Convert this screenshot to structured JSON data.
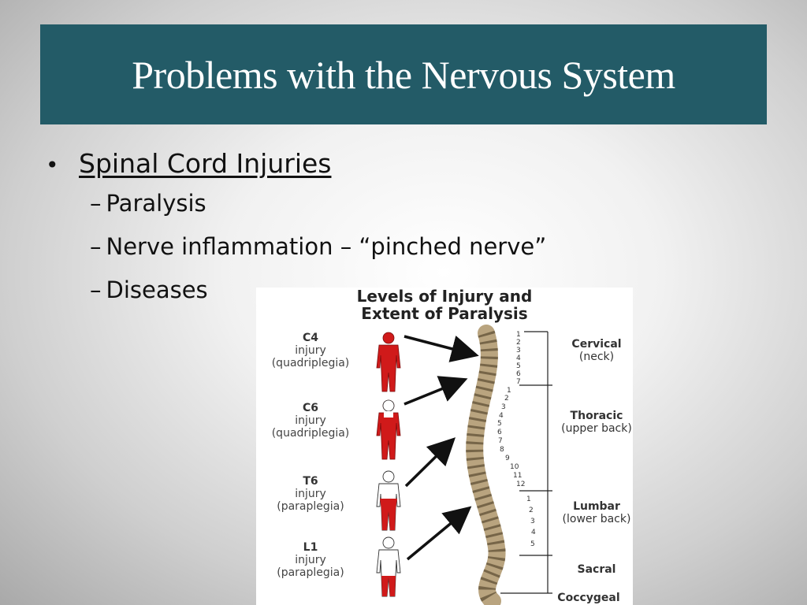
{
  "slide": {
    "title": "Problems with the Nervous System",
    "bullet": "Spinal Cord Injuries",
    "subitems": [
      "Paralysis",
      "Nerve inflammation – “pinched nerve”",
      "Diseases"
    ],
    "bullet_symbol": "•",
    "dash": "–"
  },
  "figure": {
    "title_line1": "Levels of Injury and",
    "title_line2": "Extent of Paralysis",
    "levels": [
      {
        "code": "C4",
        "type": "injury",
        "outcome": "(quadriplegia)"
      },
      {
        "code": "C6",
        "type": "injury",
        "outcome": "(quadriplegia)"
      },
      {
        "code": "T6",
        "type": "injury",
        "outcome": "(paraplegia)"
      },
      {
        "code": "L1",
        "type": "injury",
        "outcome": "(paraplegia)"
      }
    ],
    "regions": [
      {
        "name": "Cervical",
        "detail": "(neck)"
      },
      {
        "name": "Thoracic",
        "detail": "(upper back)"
      },
      {
        "name": "Lumbar",
        "detail": "(lower back)"
      },
      {
        "name": "Sacral",
        "detail": ""
      },
      {
        "name": "Coccygeal",
        "detail": ""
      }
    ],
    "vertebra_numbers": {
      "cervical": [
        "1",
        "2",
        "3",
        "4",
        "5",
        "6",
        "7"
      ],
      "thoracic": [
        "1",
        "2",
        "3",
        "4",
        "5",
        "6",
        "7",
        "8",
        "9",
        "10",
        "11",
        "12"
      ],
      "lumbar": [
        "1",
        "2",
        "3",
        "4",
        "5"
      ]
    },
    "colors": {
      "paralyzed": "#d01a1a",
      "spine": "#b9a47f"
    }
  }
}
